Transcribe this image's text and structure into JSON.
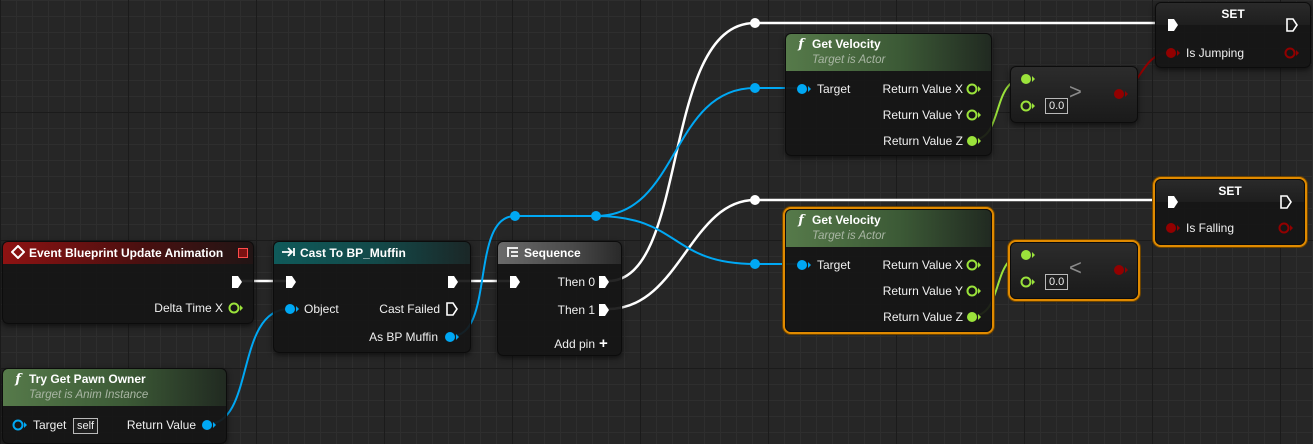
{
  "event_node": {
    "title": "Event Blueprint Update Animation",
    "delta_label": "Delta Time X"
  },
  "cast_node": {
    "title": "Cast To BP_Muffin",
    "object_label": "Object",
    "cast_failed_label": "Cast Failed",
    "as_label": "As BP Muffin"
  },
  "sequence_node": {
    "title": "Sequence",
    "then0": "Then 0",
    "then1": "Then 1",
    "add_pin": "Add pin"
  },
  "pawn_node": {
    "title": "Try Get Pawn Owner",
    "subtitle": "Target is Anim Instance",
    "target_label": "Target",
    "target_value": "self",
    "return_label": "Return Value"
  },
  "velocity_top": {
    "title": "Get Velocity",
    "subtitle": "Target is Actor",
    "target_label": "Target",
    "rx": "Return Value X",
    "ry": "Return Value Y",
    "rz": "Return Value Z"
  },
  "velocity_bottom": {
    "title": "Get Velocity",
    "subtitle": "Target is Actor",
    "target_label": "Target",
    "rx": "Return Value X",
    "ry": "Return Value Y",
    "rz": "Return Value Z"
  },
  "compare_top": {
    "value": "0.0",
    "symbol": ">"
  },
  "compare_bottom": {
    "value": "0.0",
    "symbol": "<"
  },
  "set_top": {
    "title": "SET",
    "var_label": "Is Jumping"
  },
  "set_bottom": {
    "title": "SET",
    "var_label": "Is Falling"
  },
  "colors": {
    "exec": "#ffffff",
    "object": "#00a8f4",
    "float": "#9be33b",
    "bool": "#920000",
    "selected": "#e08a00"
  },
  "icons": {
    "event": "event-diamond-icon",
    "cast": "cast-arrow-icon",
    "sequence": "sequence-icon",
    "function": "function-f-icon"
  }
}
